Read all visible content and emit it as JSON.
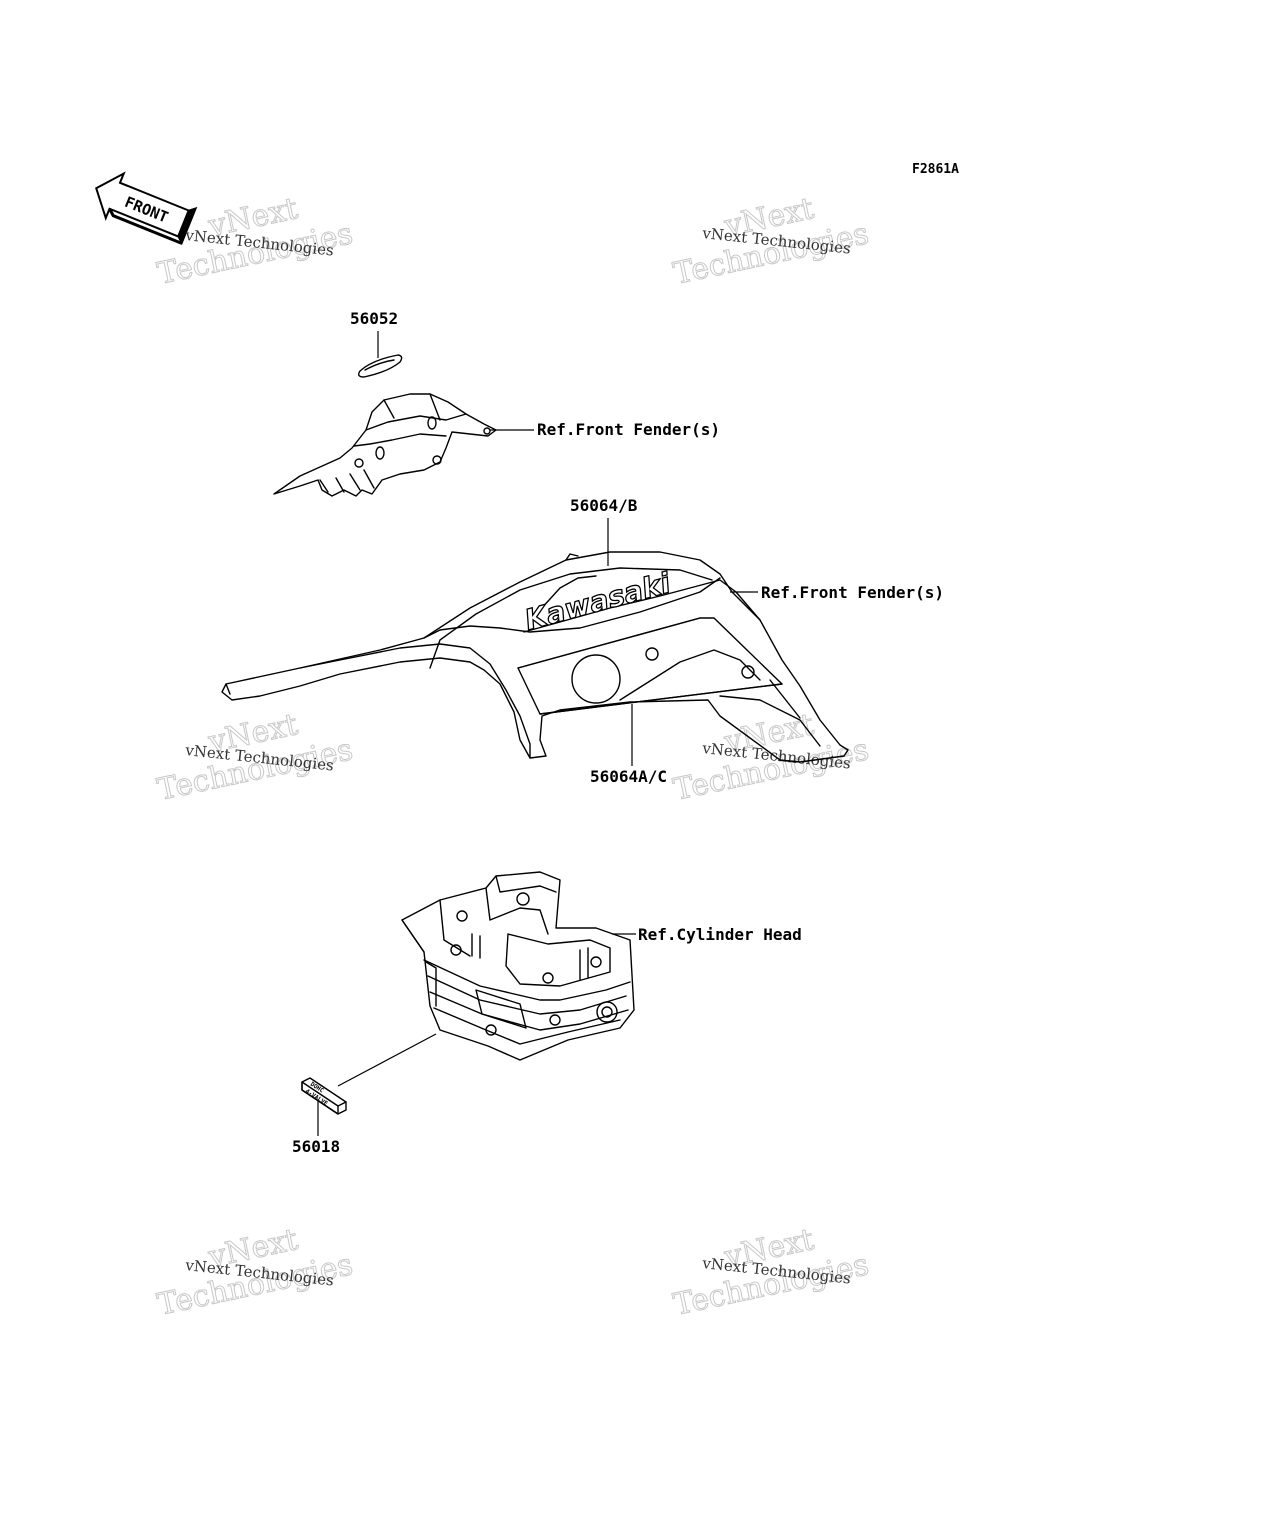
{
  "figure_code": "F2861A",
  "direction_label": "FRONT",
  "watermark": {
    "line_small": "vNext Technologies",
    "word_big_1": "vNext",
    "word_big_2": "Technologies"
  },
  "parts": [
    {
      "number": "56052"
    },
    {
      "number": "56064/B"
    },
    {
      "number": "56064A/C"
    },
    {
      "number": "56018"
    }
  ],
  "references": [
    {
      "text": "Ref.Front Fender(s)"
    },
    {
      "text": "Ref.Front Fender(s)"
    },
    {
      "text": "Ref.Cylinder Head"
    }
  ],
  "decal_text": {
    "fender_logo": "Kawasaki",
    "label_line1": "DOHC",
    "label_line2": "4-VALVE"
  }
}
